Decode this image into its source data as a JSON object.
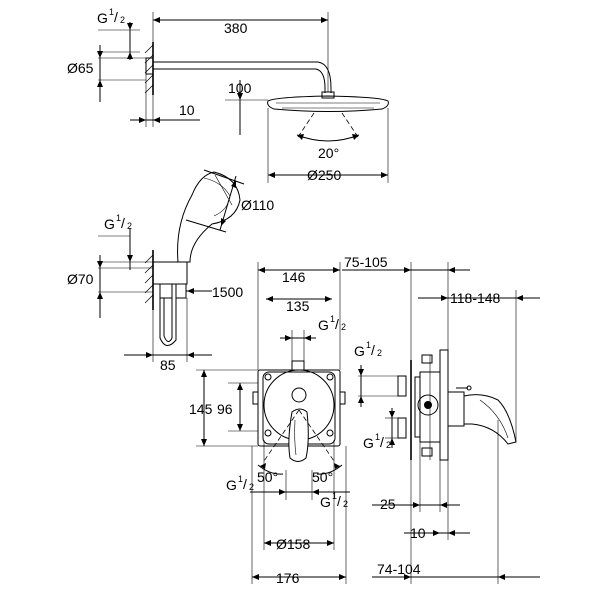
{
  "head_shower": {
    "thread_g": "G",
    "thread_num": "1",
    "thread_den": "2",
    "arm_length": "380",
    "flange_dia": "Ø65",
    "arm_drop": "100",
    "wall_offset": "10",
    "spray_angle": "20°",
    "head_dia": "Ø250"
  },
  "hand_shower": {
    "head_dia": "Ø110",
    "thread_g": "G",
    "thread_num": "1",
    "thread_den": "2",
    "outlet_dia": "Ø70",
    "hose_length": "1500",
    "projection": "85"
  },
  "mixer_front": {
    "box_width": "146",
    "mount_spacing": "135",
    "thread_top_g": "G",
    "thread_top_num": "1",
    "thread_top_den": "2",
    "box_height": "145",
    "inner_height": "96",
    "angle_left": "50°",
    "angle_right": "50°",
    "thread_bl_g": "G",
    "thread_bl_num": "1",
    "thread_bl_den": "2",
    "thread_br_g": "G",
    "thread_br_num": "1",
    "thread_br_den": "2",
    "plate_dia": "Ø158",
    "overall_width": "176"
  },
  "mixer_side": {
    "install_depth": "75-105",
    "thread_upper_g": "G",
    "thread_upper_num": "1",
    "thread_upper_den": "2",
    "thread_lower_g": "G",
    "thread_lower_num": "1",
    "thread_lower_den": "2",
    "lever_reach": "118-148",
    "box_depth": "25",
    "wall_offset": "10",
    "trim_depth": "74-104"
  }
}
